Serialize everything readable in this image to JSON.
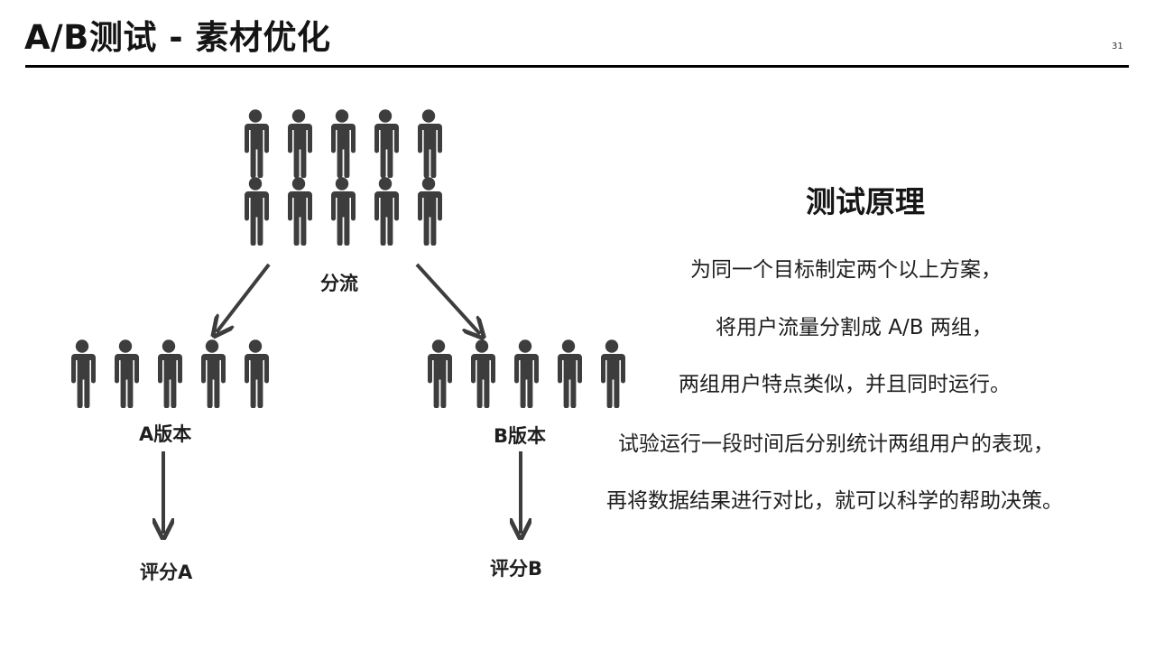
{
  "slide": {
    "title": "A/B测试 - 素材优化",
    "page_number": "31"
  },
  "diagram": {
    "split_label": "分流",
    "version_a_label": "A版本",
    "version_b_label": "B版本",
    "score_a_label": "评分A",
    "score_b_label": "评分B",
    "icon": "person-icon",
    "icon_color": "#3d3d3d",
    "arrow_color": "#3d3d3d"
  },
  "principle": {
    "heading": "测试原理",
    "lines": [
      "为同一个目标制定两个以上方案，",
      "将用户流量分割成 A/B 两组，",
      "两组用户特点类似，并且同时运行。",
      "试验运行一段时间后分别统计两组用户的表现，",
      "再将数据结果进行对比，就可以科学的帮助决策。"
    ]
  }
}
